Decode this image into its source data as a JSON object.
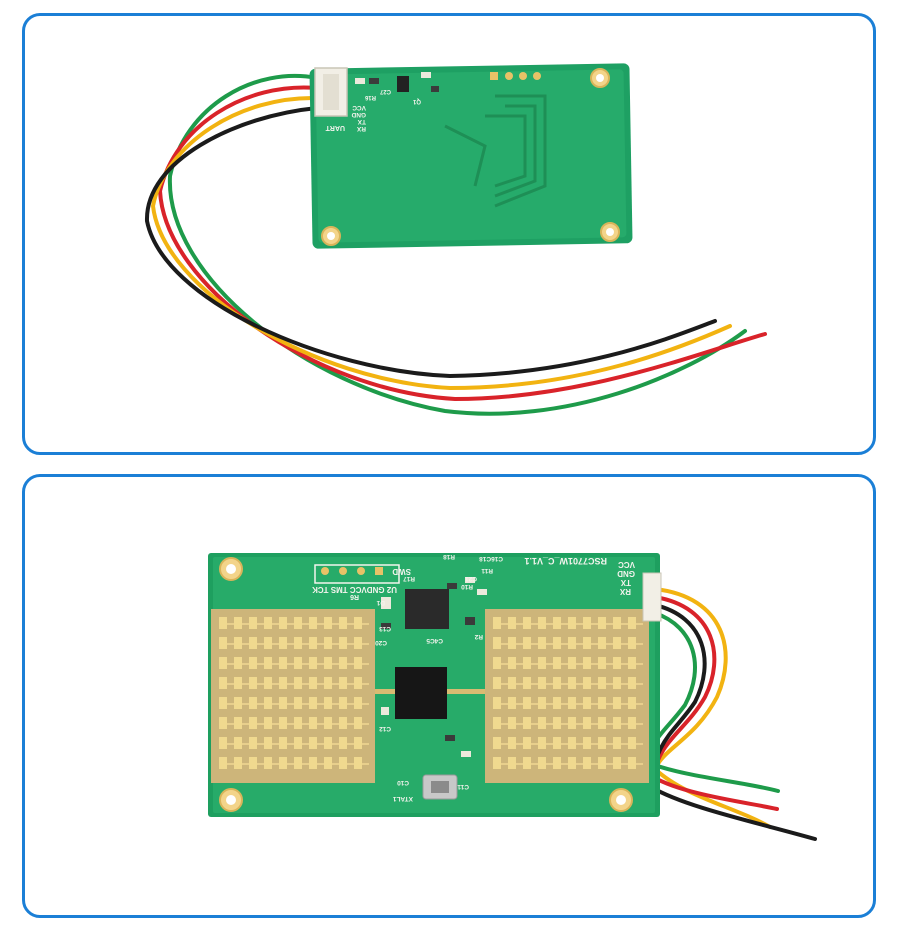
{
  "top_board": {
    "silkscreen": {
      "connector_label": "UART",
      "pin_vcc": "VCC",
      "pin_gnd": "GND",
      "pin_tx": "TX",
      "pin_rx": "RX",
      "ref_r16": "R16",
      "ref_c27": "C27",
      "ref_q1": "Q1"
    }
  },
  "bottom_board": {
    "silkscreen": {
      "board_name": "RSC7701W_C_V1.1",
      "pin_vcc": "VCC",
      "pin_gnd": "GND",
      "pin_tx": "TX",
      "pin_rx": "RX",
      "debug_header": "U2 GNDVCC TMS TCK",
      "swd": "SWD",
      "ref_r6": "R6",
      "ref_r17": "R17",
      "ref_r18": "R18",
      "ref_c16": "C16C18",
      "ref_r11": "R11",
      "ref_c21": "C21",
      "ref_r10": "R10",
      "ref_c20": "C20",
      "ref_c13": "C13",
      "ref_c12": "C12",
      "ref_c10": "C10",
      "ref_c11": "C11",
      "ref_xtal": "XTAL1",
      "ref_d1": "D1",
      "ref_c4c5": "C4C5",
      "ref_r2": "R2"
    }
  }
}
